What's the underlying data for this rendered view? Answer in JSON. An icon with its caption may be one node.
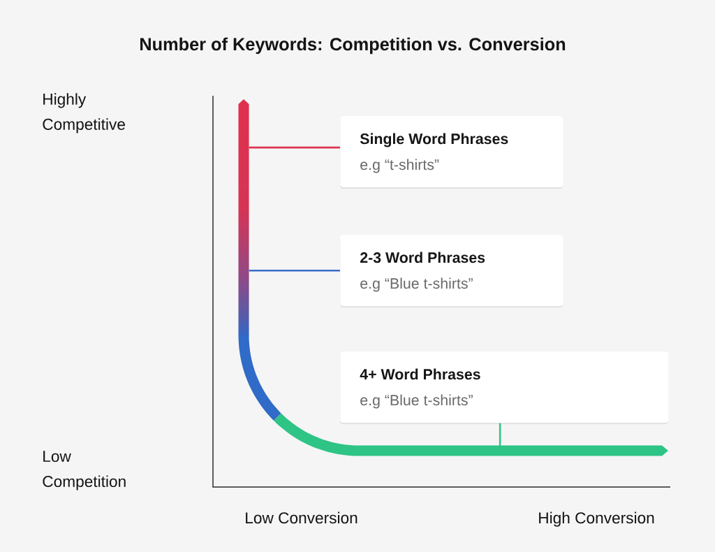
{
  "diagram": {
    "title": "Number of Keywords: Competition vs. Conversion",
    "nodes": [
      {
        "text": [
          "Single Word Phrases",
          "e.g “t-shirts”"
        ]
      },
      {
        "text": [
          "2-3 Word Phrases",
          "e.g “Blue t-shirts”"
        ]
      },
      {
        "text": [
          "4+ Word Phrases",
          "e.g “Blue t-shirts”"
        ]
      }
    ],
    "edges": [
      {
        "from": 0,
        "to": null,
        "arrow": "none",
        "color": "#e0344f"
      },
      {
        "from": 1,
        "to": null,
        "arrow": "none",
        "color": "#3a6ccc"
      },
      {
        "from": 2,
        "to": null,
        "arrow": "none",
        "color": "#2ec486"
      }
    ],
    "labels": [
      "Highly Competitive",
      "Low Competition",
      "Low Conversion",
      "High Conversion"
    ]
  }
}
